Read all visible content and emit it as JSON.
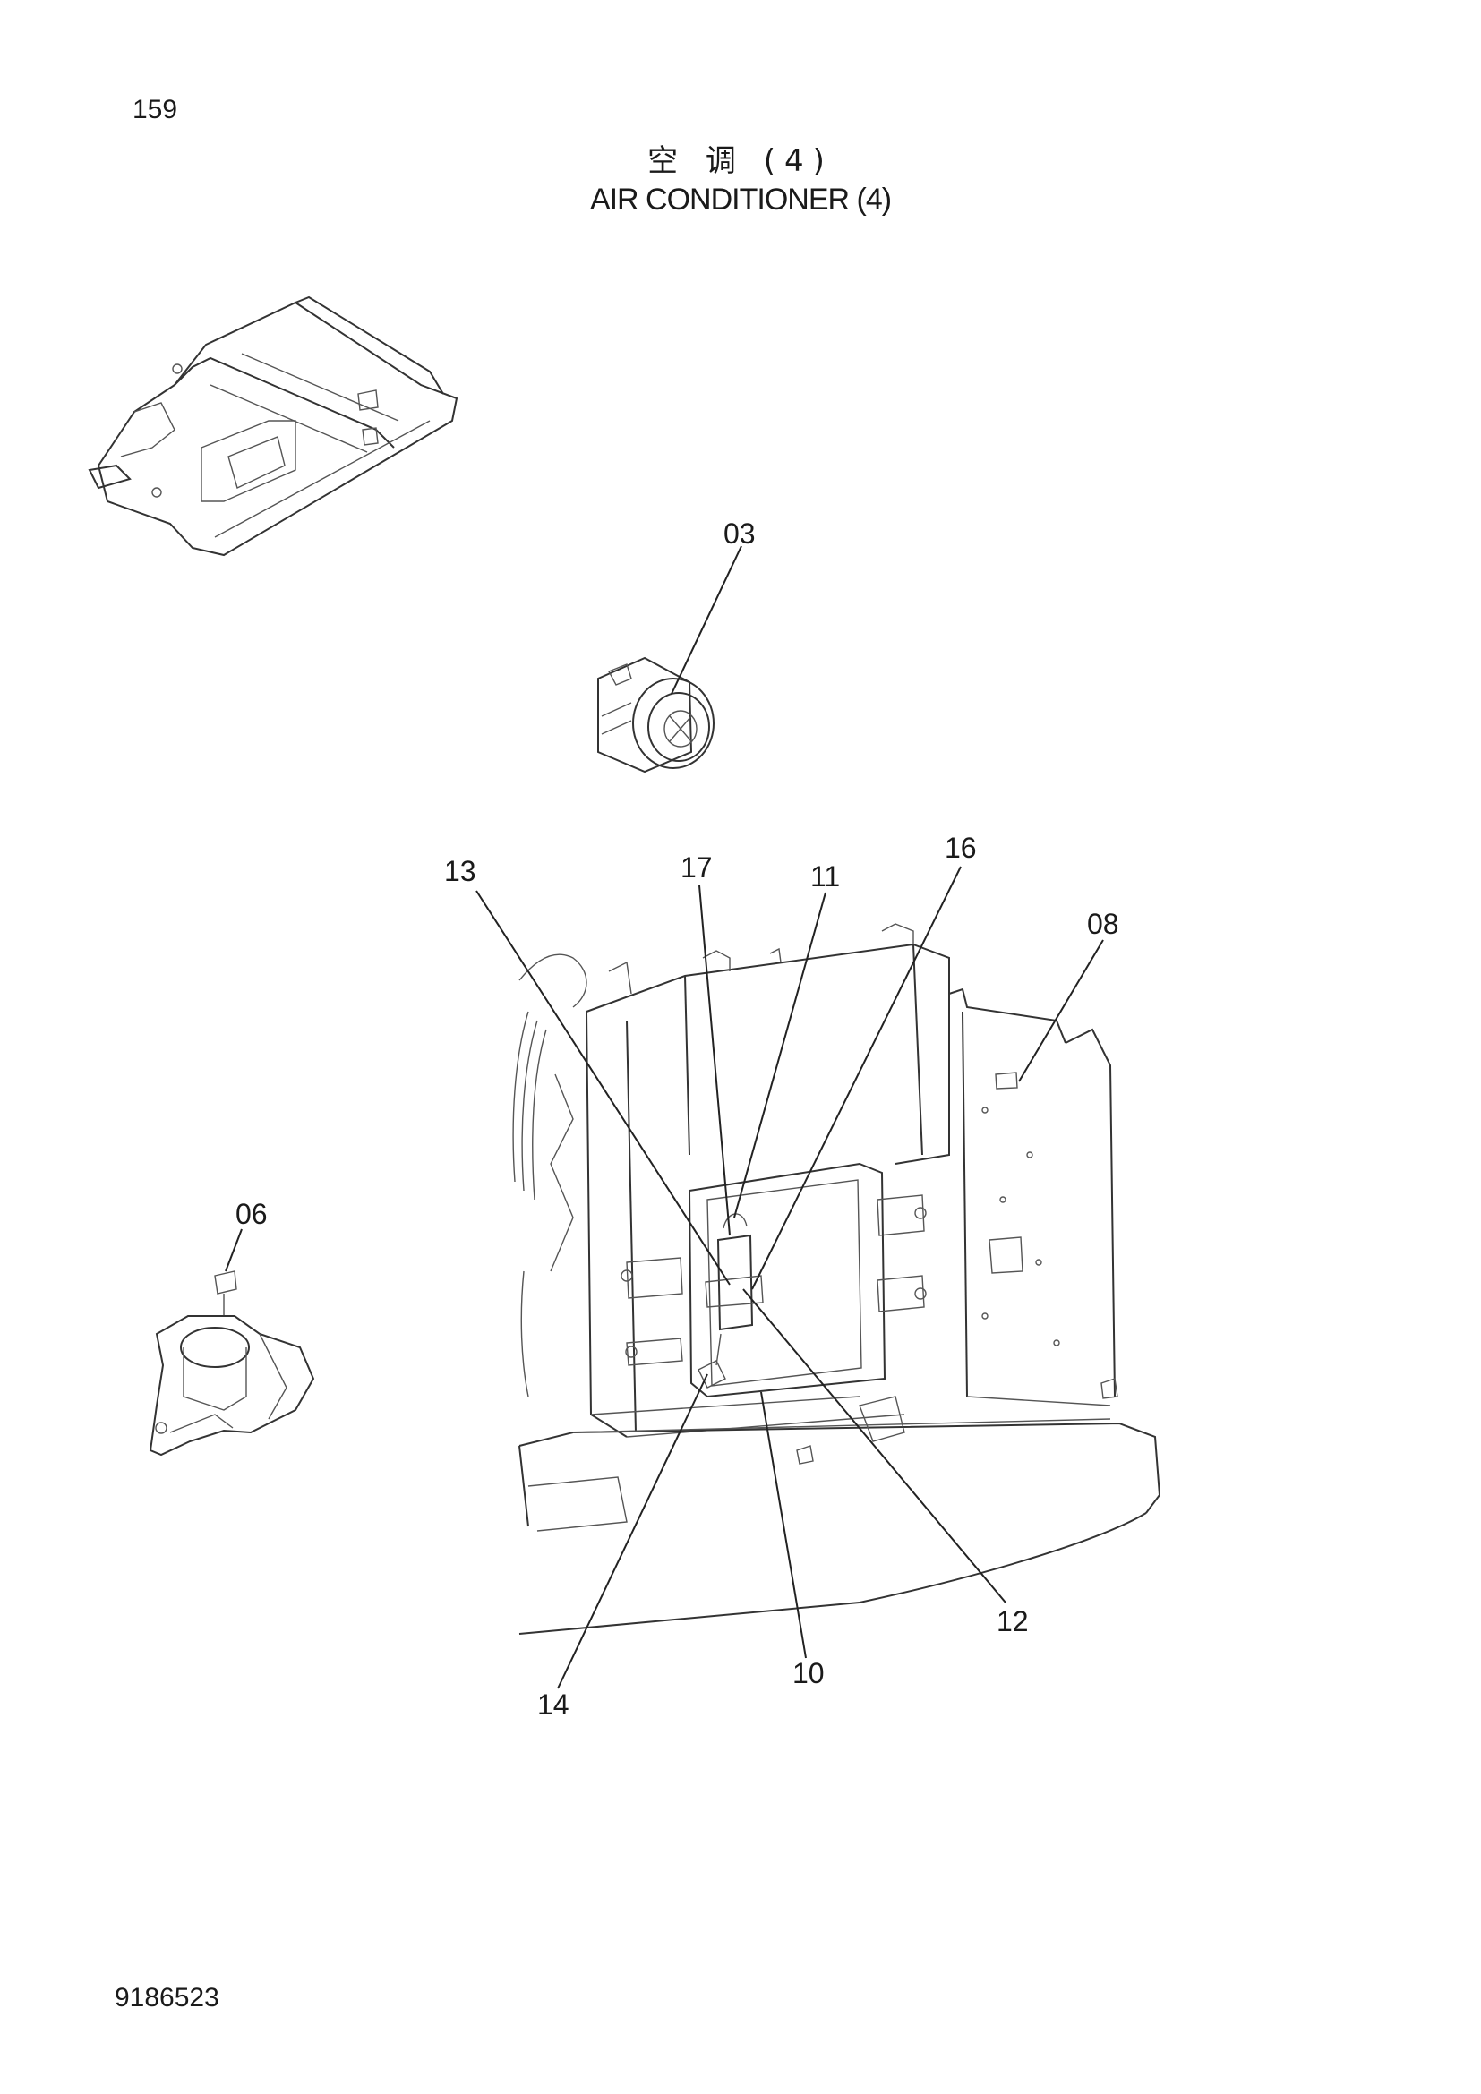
{
  "page": {
    "number": "159",
    "title_cn": "空 调 (4)",
    "title_en": "AIR CONDITIONER (4)",
    "document_number": "9186523"
  },
  "callouts": [
    {
      "id": "03",
      "label": "03"
    },
    {
      "id": "06",
      "label": "06"
    },
    {
      "id": "08",
      "label": "08"
    },
    {
      "id": "10",
      "label": "10"
    },
    {
      "id": "11",
      "label": "11"
    },
    {
      "id": "12",
      "label": "12"
    },
    {
      "id": "13",
      "label": "13"
    },
    {
      "id": "14",
      "label": "14"
    },
    {
      "id": "16",
      "label": "16"
    },
    {
      "id": "17",
      "label": "17"
    }
  ]
}
